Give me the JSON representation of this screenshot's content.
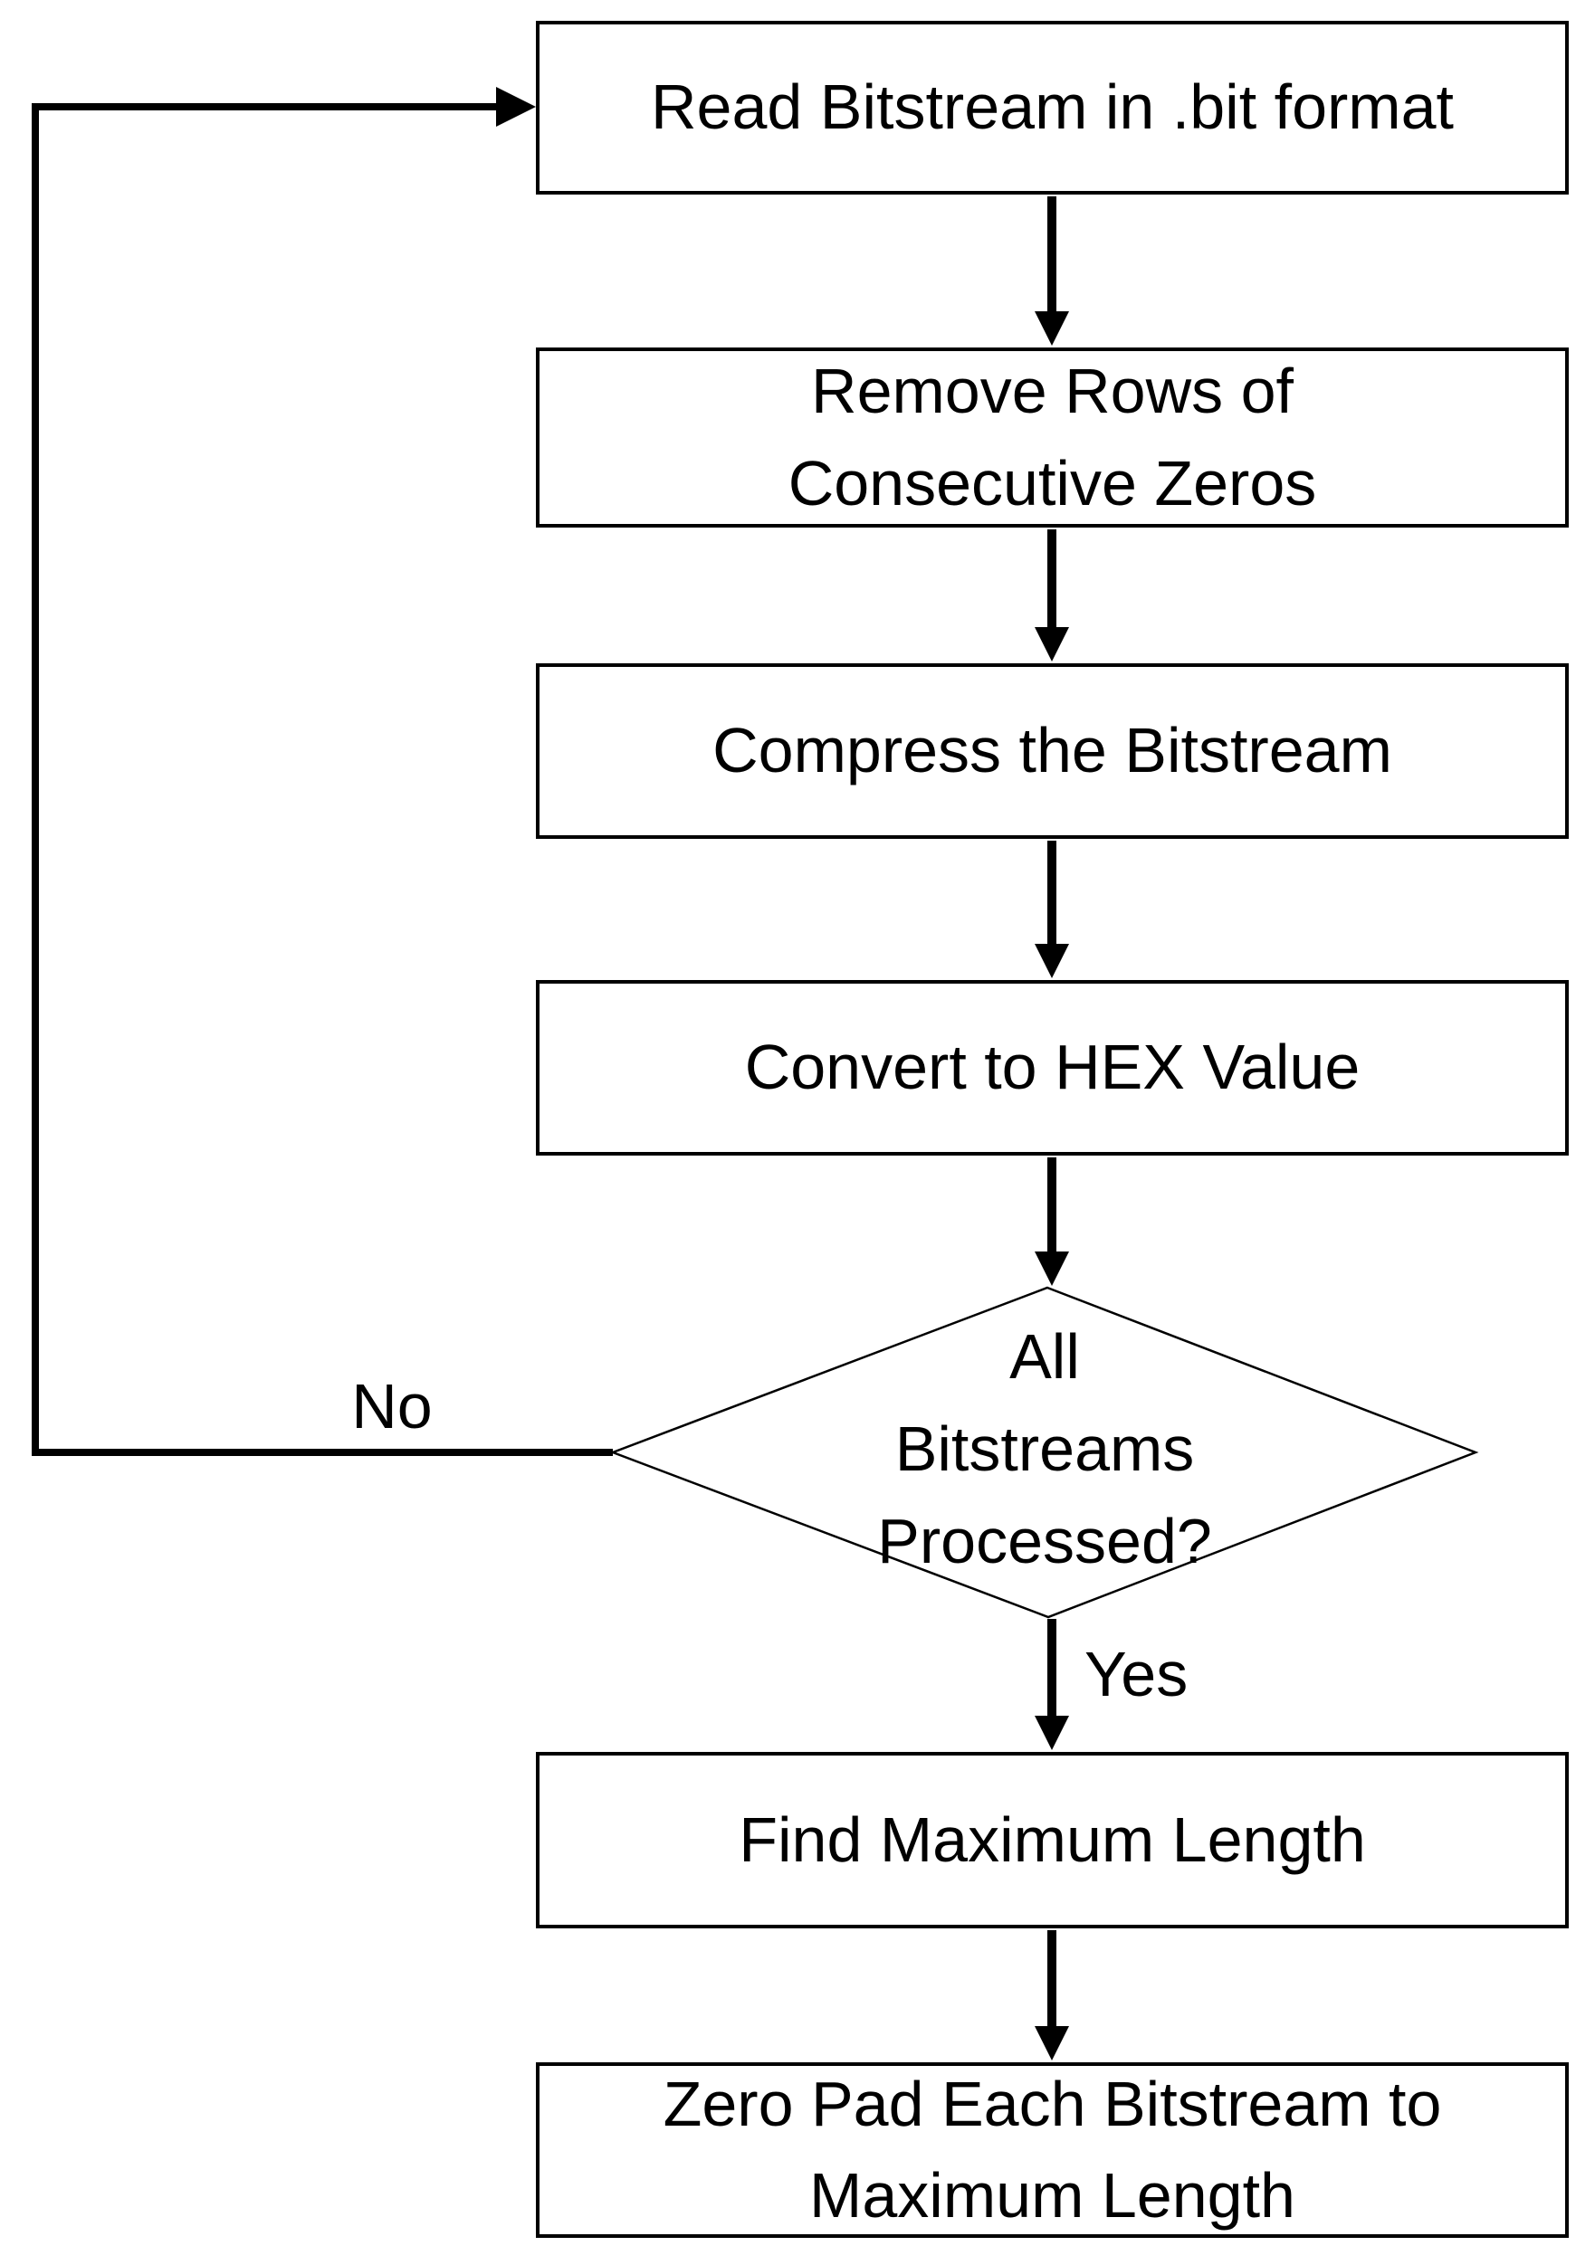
{
  "diagram": {
    "type": "flowchart",
    "background": "#ffffff",
    "line_color": "#000000",
    "text_color": "#000000",
    "nodes": [
      {
        "id": "read",
        "shape": "rectangle",
        "label": "Read Bitstream in .bit format"
      },
      {
        "id": "remove",
        "shape": "rectangle",
        "label": "Remove Rows of Consecutive Zeros"
      },
      {
        "id": "compress",
        "shape": "rectangle",
        "label": "Compress the Bitstream"
      },
      {
        "id": "convert",
        "shape": "rectangle",
        "label": "Convert to HEX Value"
      },
      {
        "id": "decision",
        "shape": "diamond",
        "label": "All Bitstreams Processed?",
        "lines": [
          "All",
          "Bitstreams",
          "Processed?"
        ]
      },
      {
        "id": "findmax",
        "shape": "rectangle",
        "label": "Find Maximum Length"
      },
      {
        "id": "zeropad",
        "shape": "rectangle",
        "label": "Zero Pad Each Bitstream to Maximum Length"
      }
    ],
    "edges": [
      {
        "from": "read",
        "to": "remove",
        "label": ""
      },
      {
        "from": "remove",
        "to": "compress",
        "label": ""
      },
      {
        "from": "compress",
        "to": "convert",
        "label": ""
      },
      {
        "from": "convert",
        "to": "decision",
        "label": ""
      },
      {
        "from": "decision",
        "to": "findmax",
        "label": "Yes"
      },
      {
        "from": "findmax",
        "to": "zeropad",
        "label": ""
      },
      {
        "from": "decision",
        "to": "read",
        "label": "No"
      }
    ],
    "edge_labels": {
      "yes": "Yes",
      "no": "No"
    }
  }
}
